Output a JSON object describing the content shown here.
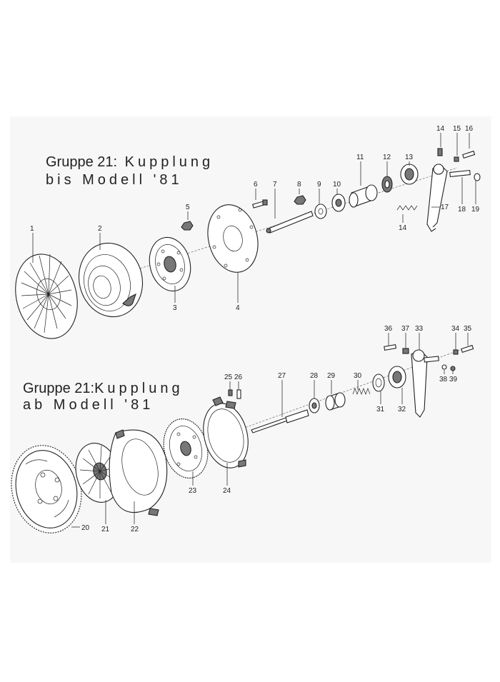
{
  "diagram_a": {
    "title_line1_prefix": "Gruppe 21:",
    "title_line1_word": "Kupplung",
    "title_line2": "bis Modell '81"
  },
  "diagram_b": {
    "title_line1_prefix": "Gruppe 21:",
    "title_line1_word": "Kupplung",
    "title_line2": "ab Modell '81"
  },
  "callouts_a": [
    "1",
    "2",
    "3",
    "4",
    "5",
    "6",
    "7",
    "8",
    "9",
    "10",
    "11",
    "12",
    "13",
    "14",
    "15",
    "16",
    "17",
    "18",
    "19",
    "14"
  ],
  "callouts_b": [
    "20",
    "21",
    "22",
    "23",
    "24",
    "25",
    "26",
    "27",
    "28",
    "29",
    "30",
    "31",
    "32",
    "33",
    "34",
    "35",
    "36",
    "37",
    "38",
    "39"
  ]
}
